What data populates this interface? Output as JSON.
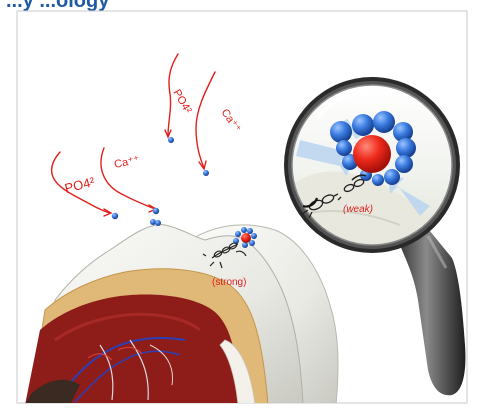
{
  "heading": "...y ...ology",
  "ions": {
    "po4_left": "PO4²",
    "ca_left": "Ca⁺⁺",
    "po4_top": "PO4²",
    "ca_top": "Ca⁺⁺"
  },
  "labels": {
    "strong": "(strong)",
    "weak": "(weak)"
  },
  "colors": {
    "annotation_red": "#e0201c",
    "phosphate_blue": "#2e6fd0",
    "calcium_red": "#e8241c",
    "frame_gray": "#c8c8c8",
    "heading_blue": "#1f5aa6"
  }
}
